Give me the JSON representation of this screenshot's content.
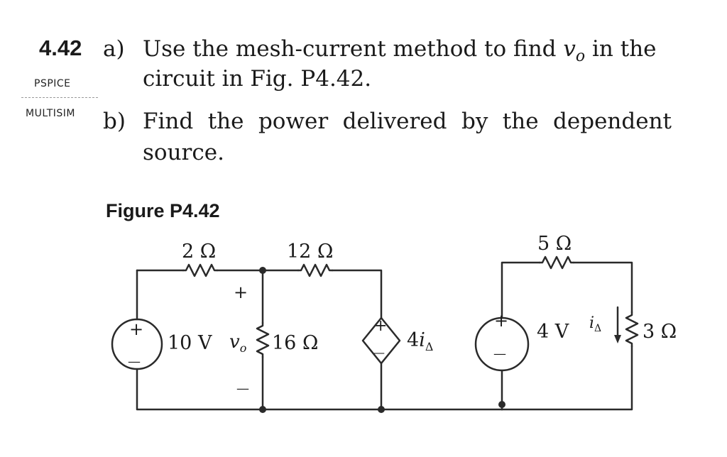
{
  "problem": {
    "number": "4.42",
    "tag_pspice": "PSPICE",
    "tag_multisim": "MULTISIM",
    "part_a": {
      "label": "a)",
      "line1_before": "Use the mesh-current method to find ",
      "var": "v",
      "var_sub": "o",
      "line1_after": " in the",
      "line2": "circuit in Fig. P4.42."
    },
    "part_b": {
      "label": "b)",
      "line1": "Find the power delivered by the dependent",
      "line2": "source."
    }
  },
  "figure": {
    "title": "Figure P4.42",
    "r1_label": "2 Ω",
    "r2_label": "12 Ω",
    "r3_label": "16 Ω",
    "r4_label": "5 Ω",
    "r5_label": "3 Ω",
    "vs1_label": "10 V",
    "vs2_label": "4 V",
    "dep_source_coef": "4",
    "dep_source_var": "i",
    "dep_source_sub": "Δ",
    "vo_var": "v",
    "vo_sub": "o",
    "vo_plus": "+",
    "vo_minus": "—",
    "i_delta_var": "i",
    "i_delta_sub": "Δ",
    "plus_sign": "+",
    "minus_sign": "—"
  }
}
